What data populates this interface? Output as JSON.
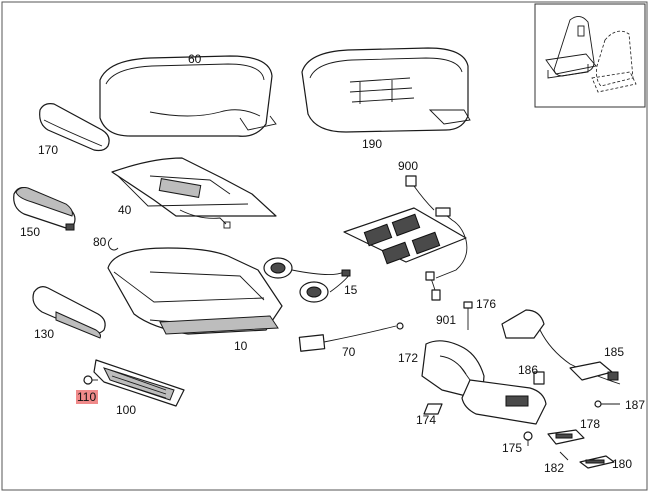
{
  "callouts": [
    {
      "id": "60",
      "text": "60"
    },
    {
      "id": "190",
      "text": "190"
    },
    {
      "id": "170",
      "text": "170"
    },
    {
      "id": "900",
      "text": "900"
    },
    {
      "id": "40",
      "text": "40"
    },
    {
      "id": "150",
      "text": "150"
    },
    {
      "id": "80",
      "text": "80"
    },
    {
      "id": "15",
      "text": "15"
    },
    {
      "id": "130",
      "text": "130"
    },
    {
      "id": "10",
      "text": "10"
    },
    {
      "id": "176",
      "text": "176"
    },
    {
      "id": "901",
      "text": "901"
    },
    {
      "id": "70",
      "text": "70"
    },
    {
      "id": "172",
      "text": "172"
    },
    {
      "id": "185",
      "text": "185"
    },
    {
      "id": "186",
      "text": "186"
    },
    {
      "id": "110",
      "text": "110"
    },
    {
      "id": "100",
      "text": "100"
    },
    {
      "id": "187",
      "text": "187"
    },
    {
      "id": "174",
      "text": "174"
    },
    {
      "id": "178",
      "text": "178"
    },
    {
      "id": "175",
      "text": "175"
    },
    {
      "id": "182",
      "text": "182"
    },
    {
      "id": "180",
      "text": "180"
    }
  ],
  "highlighted_callout": "110",
  "colors": {
    "highlight": "#f08a8a",
    "line": "#1a1a1a"
  }
}
